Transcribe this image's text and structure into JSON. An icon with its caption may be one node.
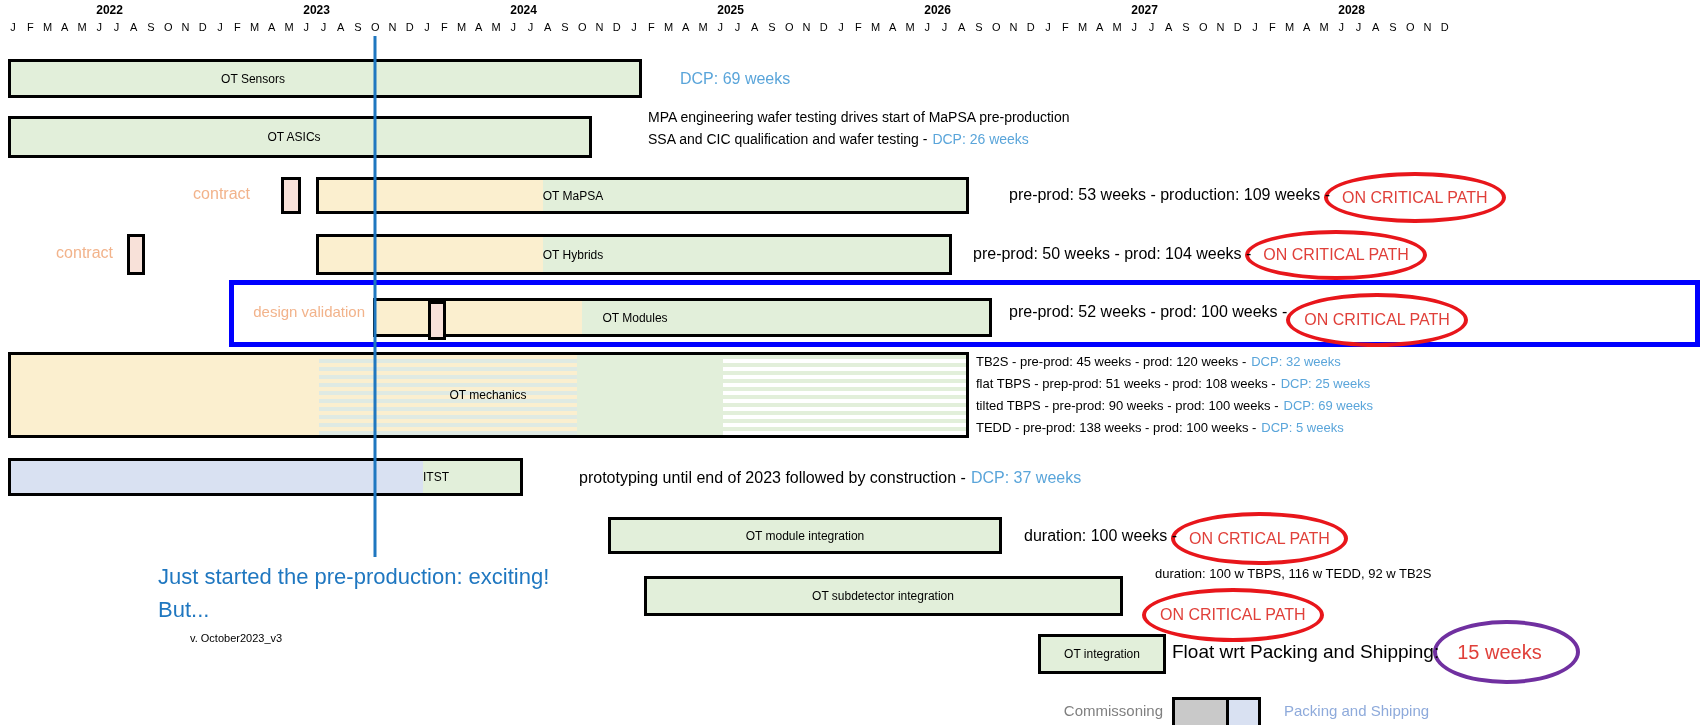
{
  "diagram": {
    "nodes": [
      {
        "text": [
          "OT Sensors"
        ],
        "beside": [
          "DCP: 69 weeks"
        ]
      },
      {
        "text": [
          "OT ASICs"
        ],
        "beside": [
          "MPA engineering wafer testing drives start of MaPSA pre-production",
          "SSA and CIC qualification and wafer testing -",
          "DCP: 26 weeks"
        ]
      },
      {
        "text": [],
        "shape": "box",
        "beside": [
          "contract"
        ]
      },
      {
        "text": [
          "OT MaPSA"
        ]
      },
      {
        "text": [
          "ON CRITICAL PATH"
        ],
        "beside": [
          "pre-prod: 53 weeks - production: 109 weeks -"
        ]
      },
      {
        "text": [],
        "shape": "box",
        "beside": [
          "contract"
        ]
      },
      {
        "text": [
          "OT Hybrids"
        ]
      },
      {
        "text": [
          "ON CRITICAL PATH"
        ],
        "beside": [
          "pre-prod: 50 weeks - prod: 104 weeks -"
        ]
      },
      {
        "text": [],
        "shape": "box"
      },
      {
        "text": [
          "OT Modules"
        ],
        "in": 8,
        "beside": [
          "design validation"
        ]
      },
      {
        "text": [],
        "shape": "box",
        "in": 9
      },
      {
        "text": [
          "ON CRITICAL PATH"
        ],
        "in": 8,
        "beside": [
          "pre-prod: 52 weeks - prod: 100 weeks -"
        ]
      },
      {
        "text": [
          "OT mechanics"
        ],
        "beside": [
          "TB2S - pre-prod: 45 weeks - prod: 120 weeks -",
          "DCP: 32 weeks",
          "flat TBPS - prep-prod: 51 weeks - prod: 108 weeks -",
          "DCP: 25 weeks",
          "tilted TBPS - pre-prod: 90 weeks - prod: 100 weeks -",
          "DCP: 69 weeks",
          "TEDD - pre-prod: 138 weeks - prod: 100 weeks -",
          "DCP: 5 weeks"
        ]
      },
      {
        "text": [
          "ITST"
        ],
        "beside": [
          "prototyping until end of 2023 followed by construction -",
          "DCP: 37 weeks"
        ]
      },
      {
        "text": [
          "OT module integration"
        ]
      },
      {
        "text": [
          "ON CRTICAL PATH"
        ],
        "beside": [
          "duration: 100 weeks -"
        ]
      },
      {
        "text": [
          "OT subdetector integration"
        ]
      },
      {
        "text": [
          "ON CRITICAL PATH"
        ],
        "beside": [
          "duration: 100 w TBPS, 116 w TEDD, 92 w TB2S"
        ]
      },
      {
        "text": [
          "OT integration"
        ]
      },
      {
        "text": [
          "15 weeks"
        ],
        "beside": [
          "Float wrt Packing and Shipping:"
        ]
      },
      {
        "text": [],
        "shape": "box",
        "beside": [
          "Commissoning"
        ]
      },
      {
        "text": [],
        "shape": "box",
        "beside": [
          "Packing and Shipping"
        ]
      }
    ],
    "labels": [
      "2022",
      "2023",
      "2024",
      "2025",
      "2026",
      "2027",
      "2028",
      "J",
      "F",
      "M",
      "A",
      "M",
      "J",
      "J",
      "A",
      "S",
      "O",
      "N",
      "D",
      "J",
      "F",
      "M",
      "A",
      "M",
      "J",
      "J",
      "A",
      "S",
      "O",
      "N",
      "D",
      "J",
      "F",
      "M",
      "A",
      "M",
      "J",
      "J",
      "A",
      "S",
      "O",
      "N",
      "D",
      "J",
      "F",
      "M",
      "A",
      "M",
      "J",
      "J",
      "A",
      "S",
      "O",
      "N",
      "D",
      "J",
      "F",
      "M",
      "A",
      "M",
      "J",
      "J",
      "A",
      "S",
      "O",
      "N",
      "D",
      "J",
      "F",
      "M",
      "A",
      "M",
      "J",
      "J",
      "A",
      "S",
      "O",
      "N",
      "D",
      "J",
      "F",
      "M",
      "A",
      "M",
      "J",
      "J",
      "A",
      "S",
      "O",
      "N",
      "D",
      "Just started the pre-production: exciting! But...",
      "v. October2023_v3"
    ]
  }
}
